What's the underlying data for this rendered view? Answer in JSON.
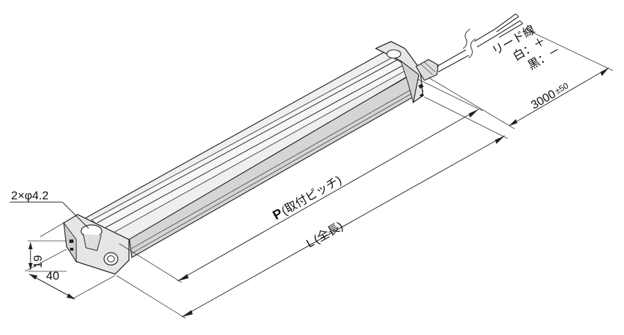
{
  "labels": {
    "holes": "2×φ4.2",
    "height": "19",
    "width": "40",
    "pitch_prefix": "P",
    "pitch_text": "(取付ピッチ)",
    "length_prefix": "L",
    "length_text": "(全長)",
    "lead_title": "リード線",
    "lead_white": "白：＋",
    "lead_black": "黒：－",
    "cable_length": "3000",
    "cable_tolerance": "±50"
  },
  "colors": {
    "accent": "#1a9bd7",
    "line": "#222222",
    "body_fill": "#f2f2f2",
    "body_shadow": "#d8d8d8"
  }
}
